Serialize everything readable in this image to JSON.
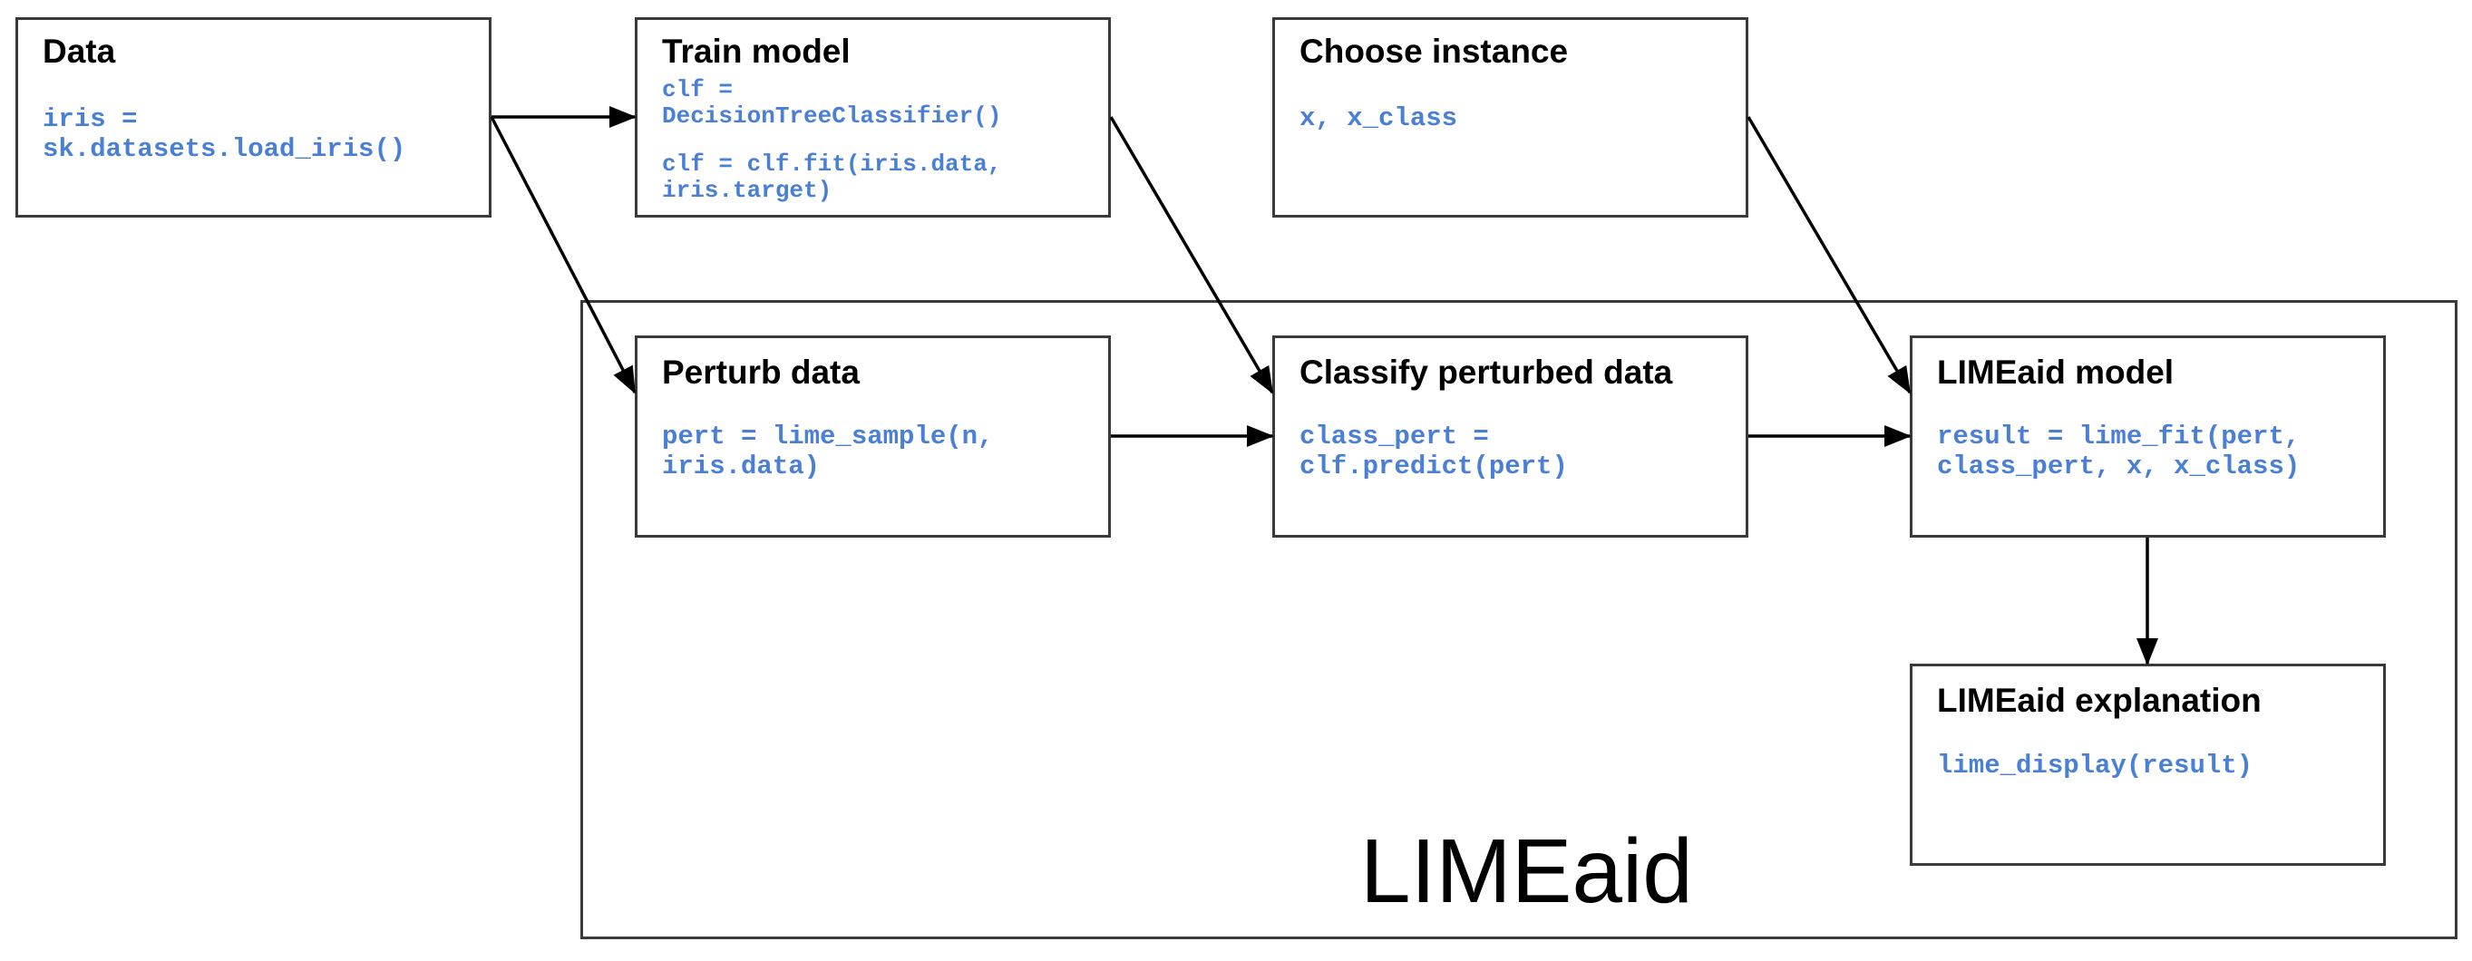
{
  "group": {
    "label": "LIMEaid"
  },
  "boxes": {
    "data": {
      "title": "Data",
      "code": "iris =\nsk.datasets.load_iris()"
    },
    "train": {
      "title": "Train model",
      "code1": "clf =\nDecisionTreeClassifier()",
      "code2": "clf = clf.fit(iris.data,\niris.target)"
    },
    "choose": {
      "title": "Choose instance",
      "code": "x, x_class"
    },
    "perturb": {
      "title": "Perturb data",
      "code": "pert = lime_sample(n,\niris.data)"
    },
    "classify": {
      "title": "Classify perturbed data",
      "code": "class_pert =\nclf.predict(pert)"
    },
    "model": {
      "title": "LIMEaid model",
      "code": "result = lime_fit(pert,\nclass_pert, x, x_class)"
    },
    "explanation": {
      "title": "LIMEaid explanation",
      "code": "lime_display(result)"
    }
  },
  "colors": {
    "code": "#4a7fd6",
    "border": "#3a3a3a",
    "arrow": "#000000"
  }
}
